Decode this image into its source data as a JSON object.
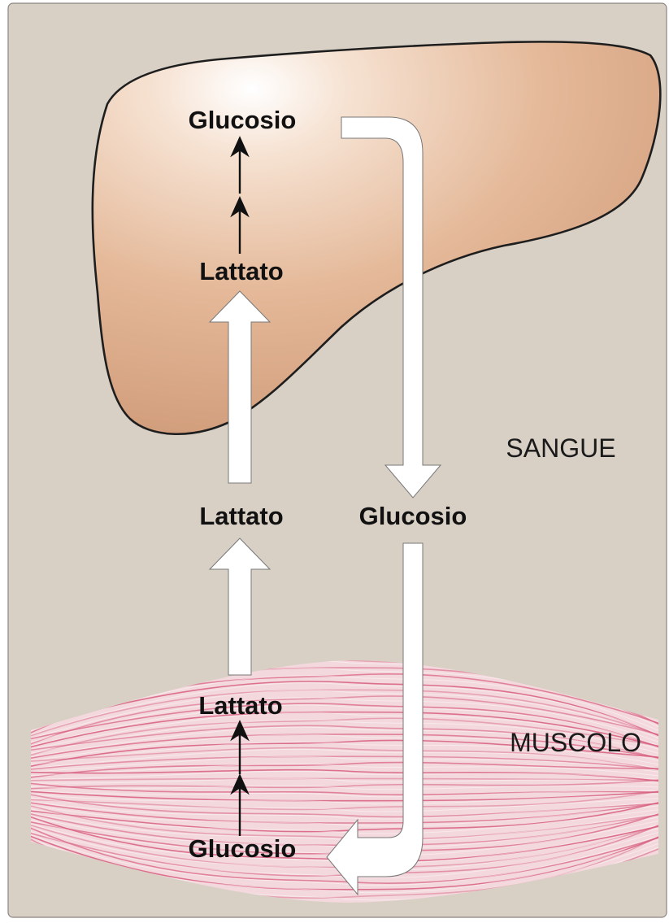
{
  "diagram": {
    "liver": {
      "glucose_label": "Glucosio",
      "lactate_label": "Lattato"
    },
    "blood": {
      "region_label": "SANGUE",
      "lactate_label": "Lattato",
      "glucose_label": "Glucosio"
    },
    "muscle": {
      "region_label": "MUSCOLO",
      "lactate_label": "Lattato",
      "glucose_label": "Glucosio"
    },
    "colors": {
      "background": "#d9d0c5",
      "liver_fill": "#d49f7d",
      "muscle_fiber": "#d8607f",
      "arrow_fill": "#ffffff"
    }
  }
}
